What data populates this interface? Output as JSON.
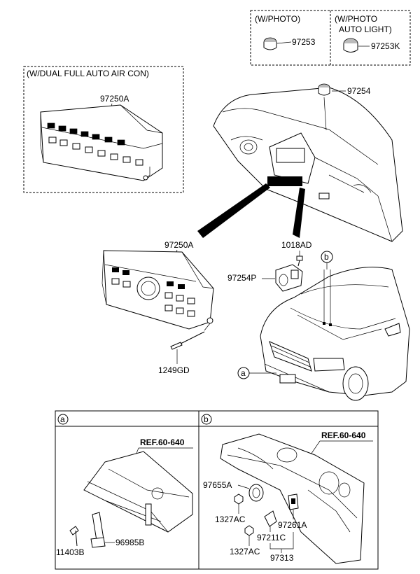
{
  "variants": {
    "with_photo": "(W/PHOTO)",
    "with_photo_auto_light_line1": "(W/PHOTO",
    "with_photo_auto_light_line2": "AUTO LIGHT)",
    "dual_full_auto_air_con": "(W/DUAL FULL AUTO AIR CON)"
  },
  "parts": {
    "p97253": "97253",
    "p97253K": "97253K",
    "p97254": "97254",
    "p97250A_top": "97250A",
    "p97250A_main": "97250A",
    "p1018AD": "1018AD",
    "p97254P": "97254P",
    "p1249GD": "1249GD",
    "p11403B": "11403B",
    "p96985B": "96985B",
    "p97655A": "97655A",
    "p1327AC_1": "1327AC",
    "p97261A": "97261A",
    "p97211C": "97211C",
    "p1327AC_2": "1327AC",
    "p97313": "97313"
  },
  "callouts": {
    "a": "a",
    "b": "b",
    "panel_a": "a",
    "panel_b": "b"
  },
  "references": {
    "ref_a": "REF.60-640",
    "ref_b": "REF.60-640"
  }
}
